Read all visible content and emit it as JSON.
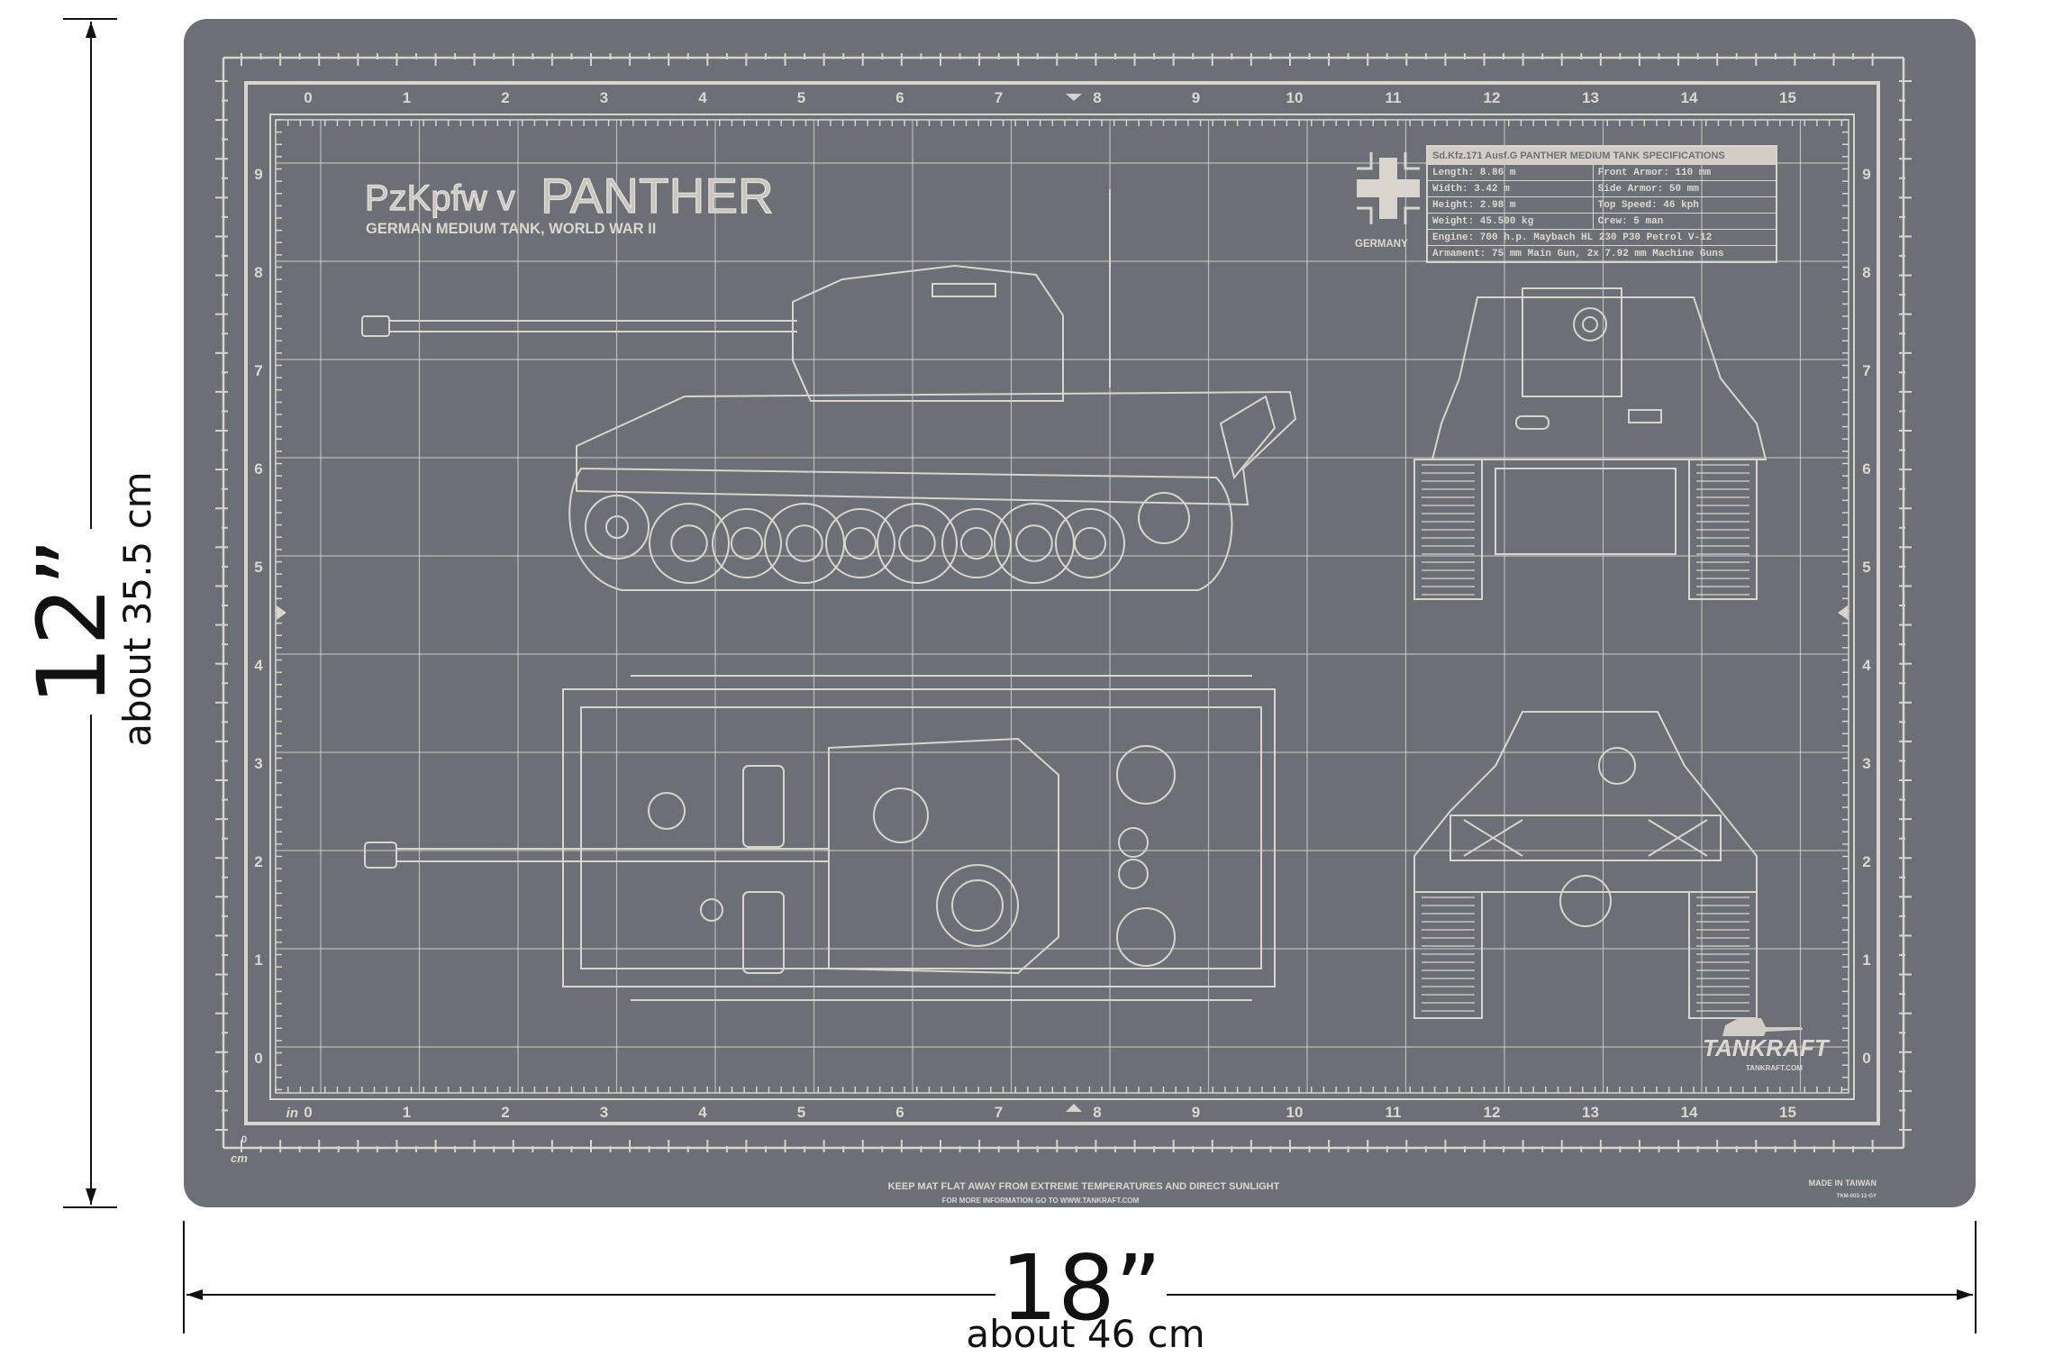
{
  "dimensions": {
    "height_label": "12”",
    "height_metric": "about 35.5 cm",
    "width_label": "18”",
    "width_metric": "about 46 cm"
  },
  "mat": {
    "colors": {
      "mat": "#6c6f76",
      "lines": "#d9d5cd"
    },
    "title": {
      "prefix": "PzKpfw v",
      "name": "PANTHER",
      "subtitle": "GERMAN MEDIUM TANK, WORLD WAR II"
    },
    "inch_numbers_x": [
      "0",
      "1",
      "2",
      "3",
      "4",
      "5",
      "6",
      "7",
      "8",
      "9",
      "10",
      "11",
      "12",
      "13",
      "14",
      "15"
    ],
    "inch_numbers_y": [
      "9",
      "8",
      "7",
      "6",
      "5",
      "4",
      "3",
      "2",
      "1",
      "0"
    ],
    "unit_in": "in",
    "unit_cm": "cm",
    "cm_zero": "0",
    "specs": {
      "country": "GERMANY",
      "header": "Sd.Kfz.171 Ausf.G PANTHER MEDIUM TANK SPECIFICATIONS",
      "rows": [
        [
          "Length: 8.86 m",
          "Front Armor: 110 mm"
        ],
        [
          "Width: 3.42 m",
          "Side Armor: 50 mm"
        ],
        [
          "Height: 2.98 m",
          "Top Speed: 46 kph"
        ],
        [
          "Weight: 45.500 kg",
          "Crew: 5 man"
        ]
      ],
      "engine": "Engine: 700 h.p. Maybach HL 230 P30 Petrol V-12",
      "armament": "Armament: 75 mm Main Gun, 2x 7.92 mm Machine Guns"
    },
    "logo": {
      "brand": "TANKRAFT",
      "url": "TANKRAFT.COM"
    },
    "footer": {
      "warning": "KEEP MAT FLAT AWAY FROM EXTREME TEMPERATURES AND DIRECT SUNLIGHT",
      "info": "FOR MORE INFORMATION GO TO WWW.TANKRAFT.COM",
      "made_in": "MADE IN TAIWAN",
      "sku": "TKM-003-12-GY"
    }
  }
}
